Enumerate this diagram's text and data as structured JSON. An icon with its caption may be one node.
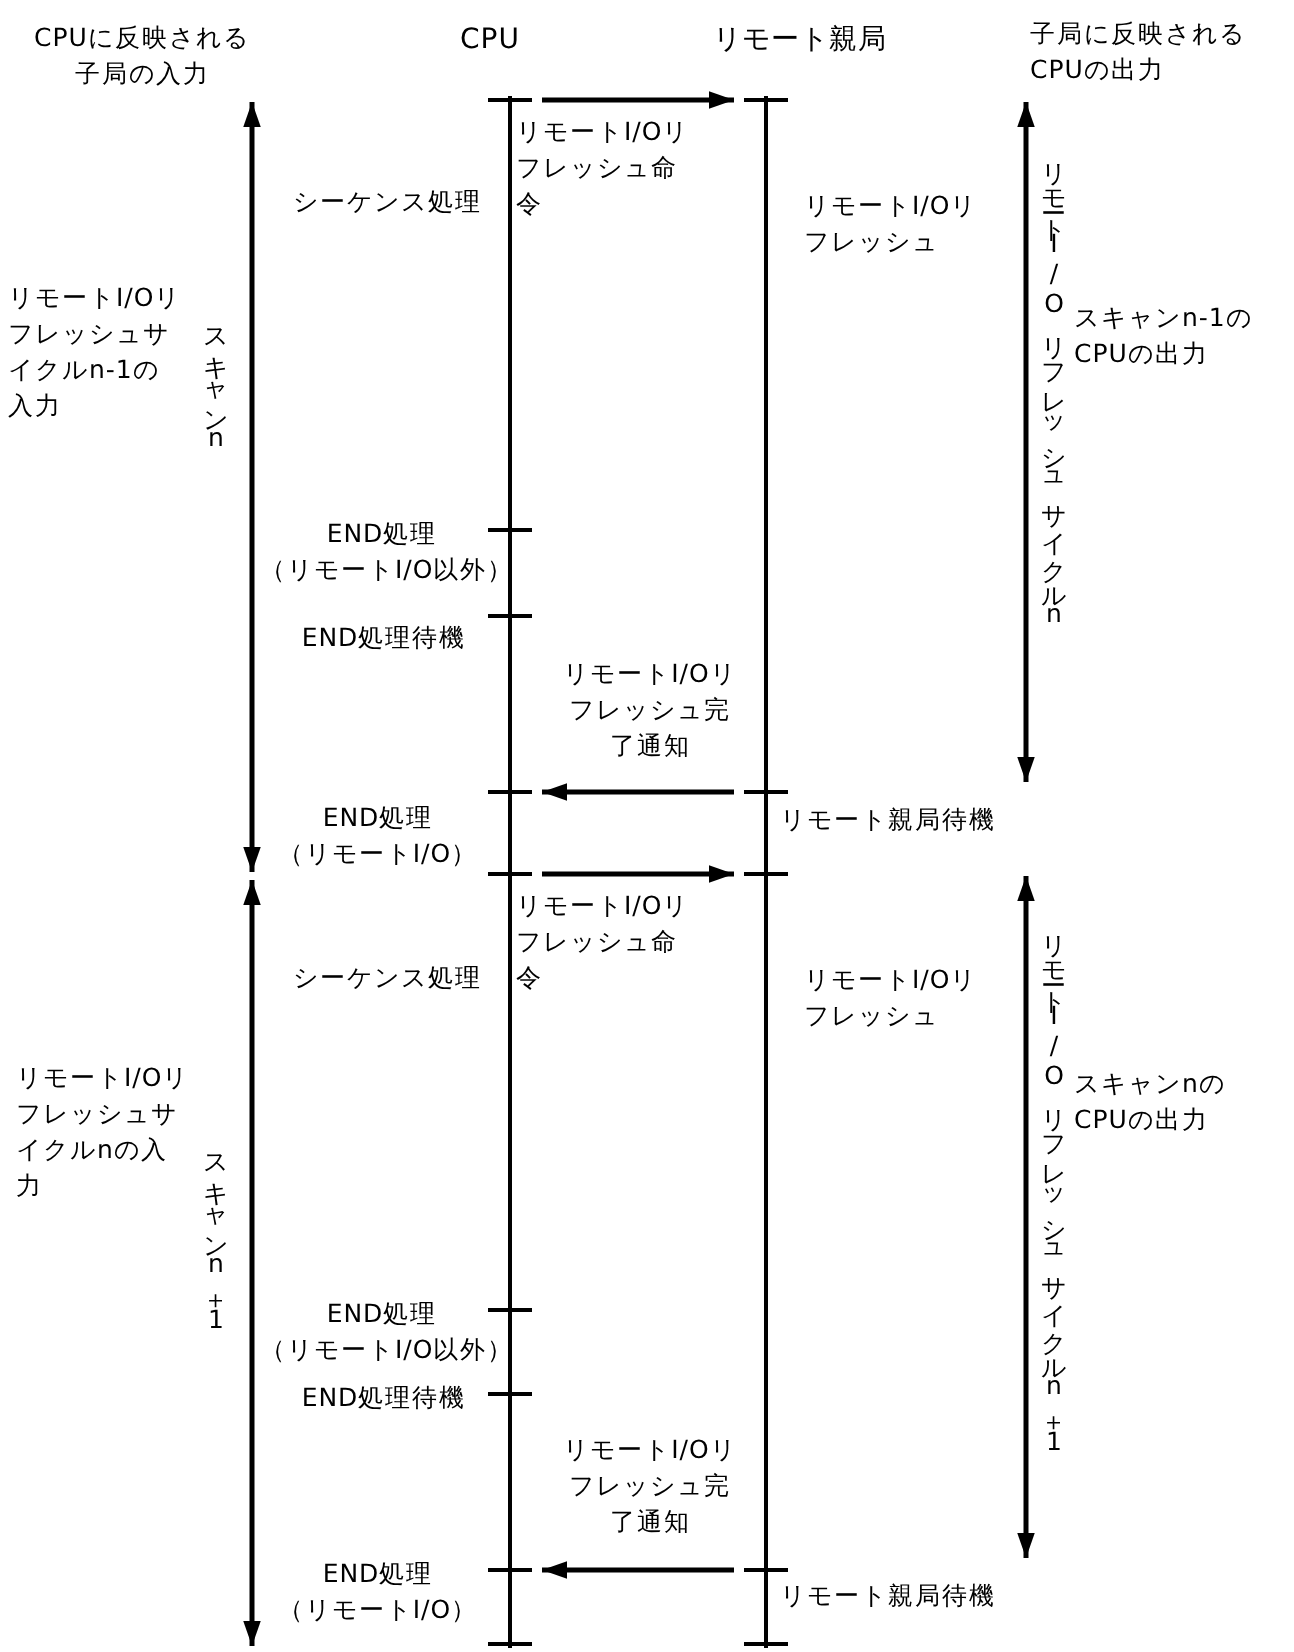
{
  "diagram": {
    "nodes": [
      {
        "text": [],
        "shape": "line"
      },
      {
        "text": [],
        "shape": "line"
      }
    ],
    "edges": [
      {
        "from": 0,
        "to": 1,
        "arrow": "to",
        "label": "リモートI/Oリフレッシュ命令"
      },
      {
        "from": 1,
        "to": 0,
        "arrow": "to",
        "label": "リモートI/Oリフレッシュ完了通知"
      },
      {
        "from": 0,
        "to": 1,
        "arrow": "to",
        "label": "リモートI/Oリフレッシュ命令"
      },
      {
        "from": 1,
        "to": 0,
        "arrow": "to",
        "label": "リモートI/Oリフレッシュ完了通知"
      }
    ],
    "labels": [
      "CPUに反映される子局の入力",
      "CPU",
      "リモート親局",
      "子局に反映されるCPUの出力",
      "シーケンス処理",
      "リモートI/Oリフレッシュ",
      "リモートI/Oリフレッシュサイクルn-1の入力",
      "スキャンn",
      "リモートI/Oリフレッシュサイクルn",
      "スキャンn-1のCPUの出力",
      "END処理（リモートI/O以外）",
      "END処理待機",
      "リモート親局待機",
      "END処理（リモートI/O）",
      "シーケンス処理",
      "リモートI/Oリフレッシュ",
      "リモートI/Oリフレッシュサイクルnの入力",
      "スキャンn＋1",
      "リモートI/Oリフレッシュサイクルn＋1",
      "スキャンnのCPUの出力",
      "END処理（リモートI/O以外）",
      "END処理待機",
      "リモート親局待機",
      "END処理（リモートI/O）"
    ]
  }
}
